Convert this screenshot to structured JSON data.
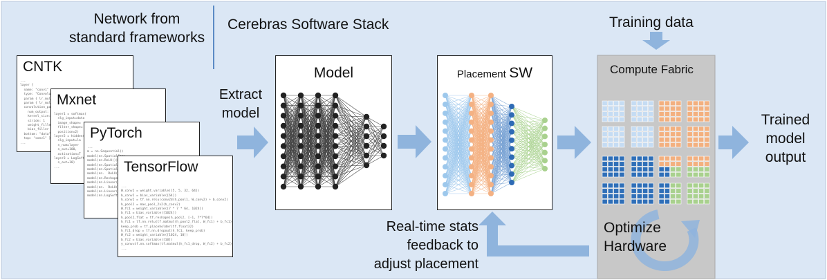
{
  "labels": {
    "frameworks_heading": [
      "Network from",
      "standard frameworks"
    ],
    "stack_heading": "Cerebras Software Stack",
    "extract": [
      "Extract",
      "model"
    ],
    "model_title": "Model",
    "placement_title_small": "Placement",
    "placement_title_large": "SW",
    "training_data": "Training data",
    "compute_fabric": "Compute Fabric",
    "optimize": [
      "Optimize",
      "Hardware"
    ],
    "trained_output": [
      "Trained",
      "model",
      "output"
    ],
    "feedback": [
      "Real-time stats",
      "feedback to",
      "adjust placement"
    ]
  },
  "frameworks": [
    {
      "name": "CNTK",
      "code": "...\nlayer {\n  name: \"conv1\"\n  type: \"Convolution\"\n  param { lr_mult: 1 }\n  param { lr_mult: 2 }\n  convolution_param {\n    num_output: 20\n    kernel_size: 5\n    stride: 1\n    weight_filler { type\n    bias_filler { type\n  bottom: \"data\"\n  top: \"conv1\" }\n..."
    },
    {
      "name": "Mxnet",
      "code": "layer1 = softmax(\n  nlg_input=data\n  image_shape=\n  filter_shape=\n  position=2)\nlayer2 = hidden(\n  nlg_input=la\n  n_num=layer\n  n_out=100,\n  activation=T\nlayer3 = LogSoftMax\n  n_out=10)\n..."
    },
    {
      "name": "PyTorch",
      "code": "...\nm = nn.Sequential()\nmodel(nn.SpatialConv\nmodel(nn.ReLU())\nmodel(nn.SpatialMax\nmodel(nn.SpatialConv\nmodel(nn.  ReLU())\nmodel(nn.Reshape(\nmodel(nn.Linear(64\nmodel(nn.  ReLU())\nmodel(nn.Linear(20\nmodel(nn.LogSoftMax"
    },
    {
      "name": "TensorFlow",
      "code": "...\nW_conv2 = weight_variable([5, 5, 32, 64])\nb_conv2 = bias_variable([64])\nh_conv2 = tf.nn.relu(conv2d(h_pool1, W_conv2) + b_conv2)\nh_pool2 = max_pool_2x2(h_conv2)\nW_fc1 = weight_variable([7 * 7 * 64, 1024])\nb_fc1 = bias_variable([1024])\nh_pool2_flat = tf.reshape(h_pool2, [-1, 7*7*64])\nh_fc1 = tf.nn.relu(tf.matmul(h_pool2_flat, W_fc1) + b_fc1)\nkeep_prob = tf.placeholder(tf.float32)\nh_fc1_drop = tf.nn.dropout(h_fc1, keep_prob)\nW_fc2 = weight_variable([1024, 10])\nb_fc2 = bias_variable([10])\ny_conv=tf.nn.softmax(tf.matmul(h_fc1_drop, W_fc2) + b_fc2)\n..."
    }
  ],
  "colors": {
    "background": "#dbe7f5",
    "arrow": "#8fb4dd",
    "fabric_panel": "#c8c8c8",
    "tile_light_blue": "#c5dcf3",
    "tile_dark_blue": "#2f6fb8",
    "tile_orange": "#f3b07f",
    "tile_green": "#a9d18e",
    "node_black": "#222222",
    "node_light_blue": "#9dc8ec",
    "node_orange": "#f4b183",
    "node_dark_blue": "#2e6bb5",
    "node_green": "#a9d18e"
  },
  "icons": [
    "arrow-right-icon",
    "arrow-down-icon",
    "feedback-arrow-icon",
    "cycle-arrow-icon"
  ]
}
